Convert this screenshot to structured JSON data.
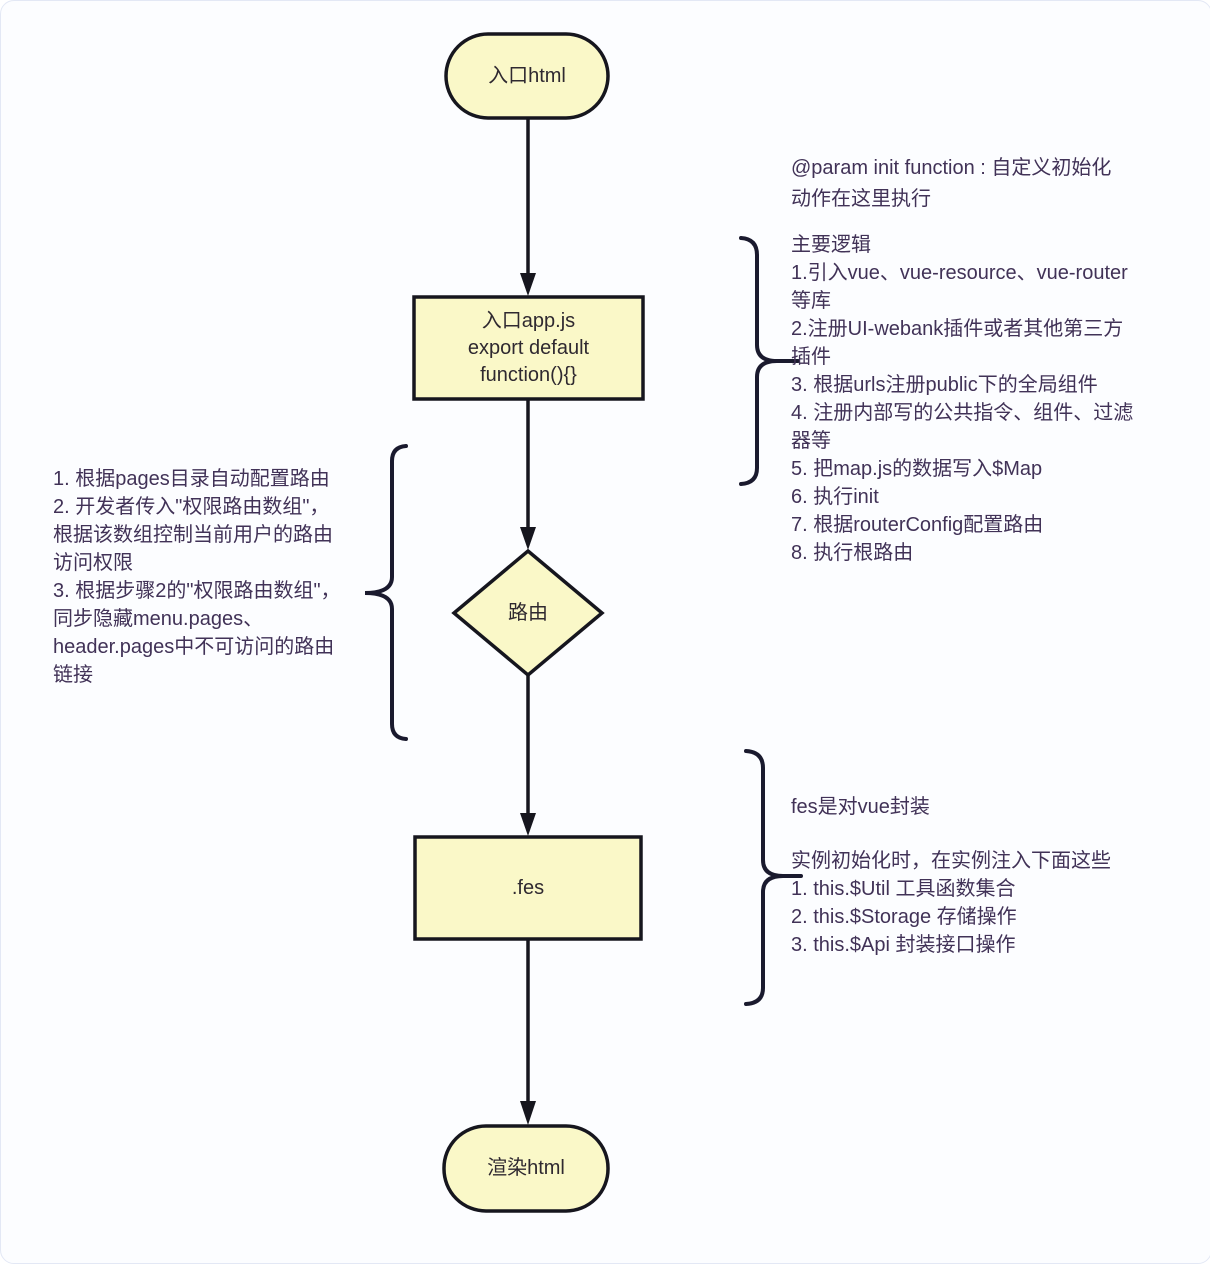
{
  "colors": {
    "node_fill": "#faf8c8",
    "node_border": "#16161e",
    "line": "#16161e",
    "annotation_text": "#413257",
    "node_text": "#2f2930",
    "canvas_bg": "#fcfdff"
  },
  "flowchart": {
    "nodes": {
      "start": {
        "label": "入口html",
        "shape": "stadium"
      },
      "appjs": {
        "label": "入口app.js\nexport default\nfunction(){}",
        "shape": "rect"
      },
      "router": {
        "label": "路由",
        "shape": "diamond"
      },
      "fes": {
        "label": ".fes",
        "shape": "rect"
      },
      "render": {
        "label": "渲染html",
        "shape": "stadium"
      }
    }
  },
  "annotations": {
    "param_note": "@param init function : 自定义初始化动作在这里执行",
    "main_logic": "主要逻辑\n1.引入vue、vue-resource、vue-router等库\n2.注册UI-webank插件或者其他第三方插件\n3. 根据urls注册public下的全局组件\n4. 注册内部写的公共指令、组件、过滤器等\n5. 把map.js的数据写入$Map\n6. 执行init\n7. 根据routerConfig配置路由\n8. 执行根路由",
    "router_note": "1.  根据pages目录自动配置路由\n2. 开发者传入\"权限路由数组\"，根据该数组控制当前用户的路由访问权限\n3. 根据步骤2的\"权限路由数组\"，同步隐藏menu.pages、header.pages中不可访问的路由链接",
    "fes_intro": "fes是对vue封装",
    "fes_detail": "实例初始化时，在实例注入下面这些\n1. this.$Util 工具函数集合\n2. this.$Storage 存储操作\n3. this.$Api 封装接口操作"
  }
}
